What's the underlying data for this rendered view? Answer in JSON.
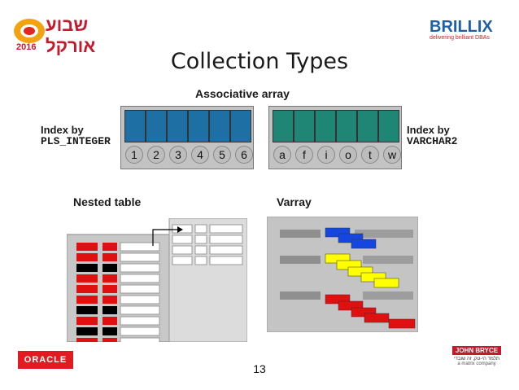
{
  "header": {
    "event_logo_text": "שבוע אורקל",
    "event_logo_year": "2016",
    "brand_name": "BRILLIX",
    "brand_tagline": "delivering brilliant DBAs"
  },
  "slide": {
    "title": "Collection Types",
    "associative_label": "Associative array",
    "index_left_line1": "Index by",
    "index_left_line2": "PLS_INTEGER",
    "index_right_line1": "Index by",
    "index_right_line2": "VARCHAR2",
    "int_keys": [
      "1",
      "2",
      "3",
      "4",
      "5",
      "6"
    ],
    "char_keys": [
      "a",
      "f",
      "i",
      "o",
      "t",
      "w"
    ],
    "nested_label": "Nested table",
    "varray_label": "Varray",
    "page_number": "13"
  },
  "footer": {
    "oracle_logo": "ORACLE",
    "jb_logo_line1": "JOHN BRYCE",
    "jb_logo_line2": "תלמד הי-טק, זה שובדי",
    "jb_logo_line3": "a matrix company"
  },
  "colors": {
    "assoc_left_fill": "#1e6fa3",
    "assoc_right_fill": "#1f8574",
    "red": "#e01010",
    "black": "#000000",
    "blue": "#1547e0",
    "yellow": "#ffff00"
  }
}
